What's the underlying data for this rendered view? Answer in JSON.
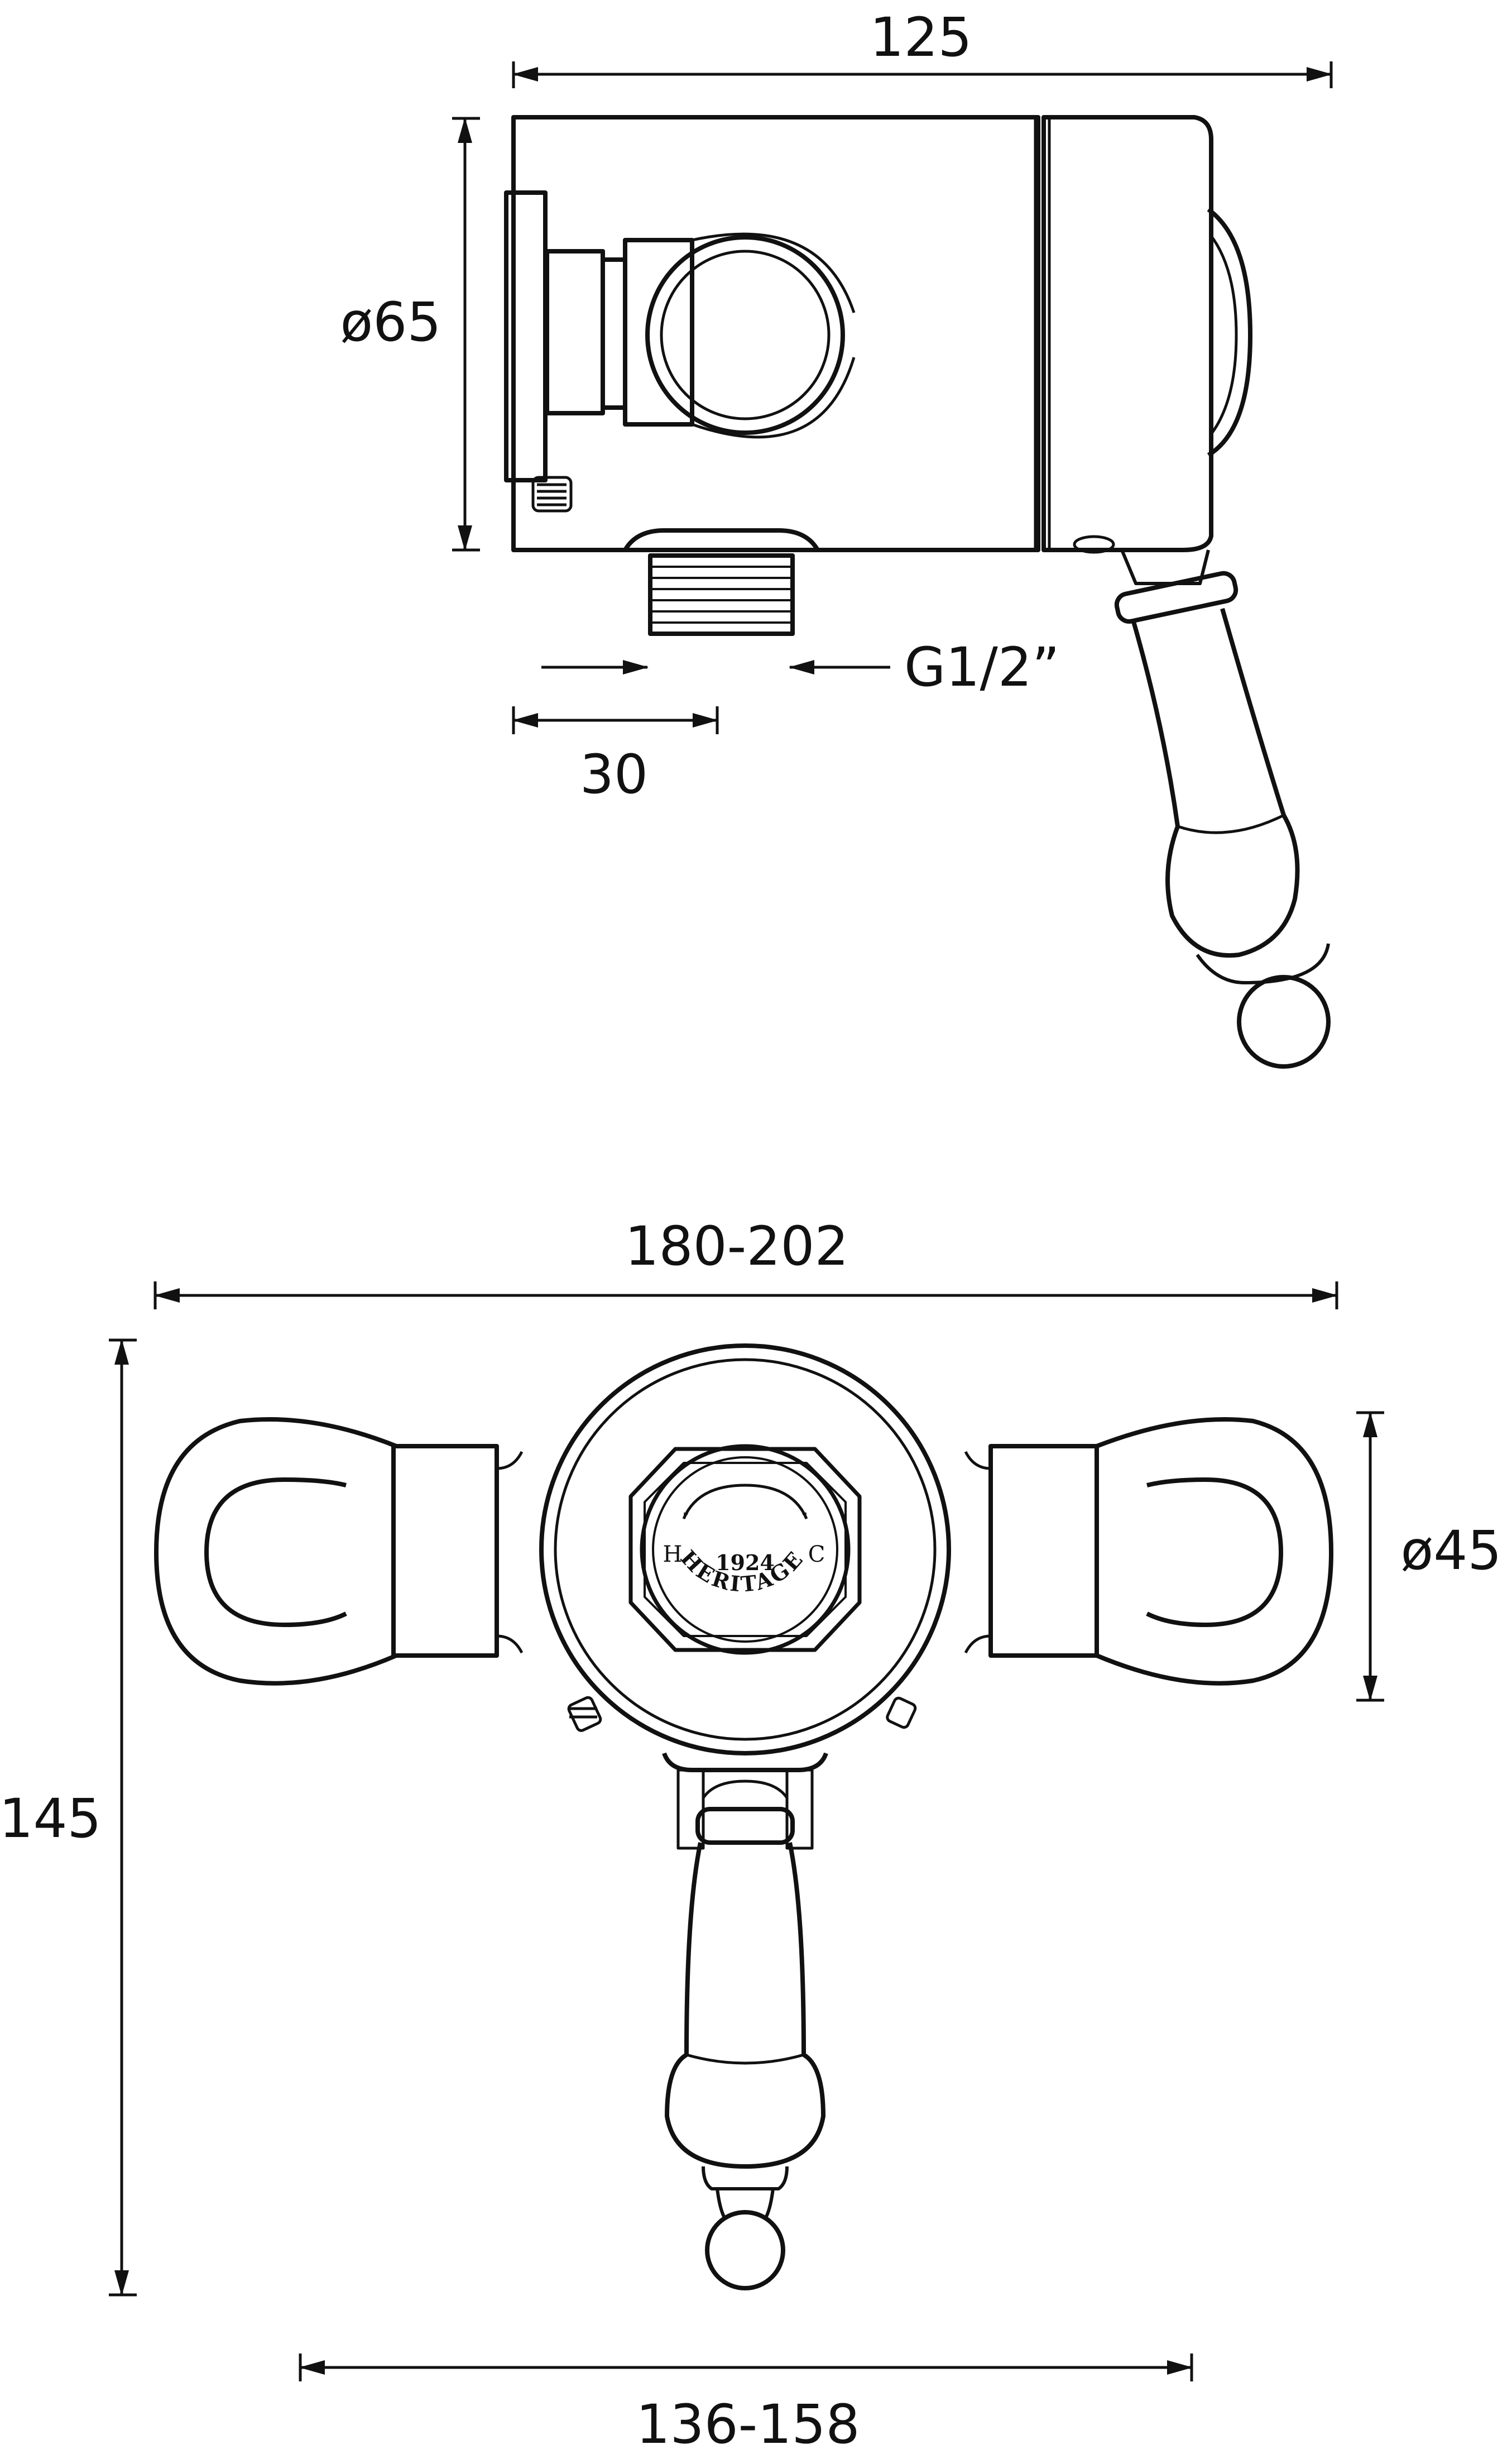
{
  "dimensions": {
    "side_width": "125",
    "side_height": "ø65",
    "outlet_thread": "G1/2”",
    "outlet_offset": "30",
    "front_width": "180-202",
    "front_height": "145",
    "handle_diameter": "ø45",
    "centres": "136-158"
  },
  "dial": {
    "hot_label": "H",
    "cold_label": "C",
    "year": "1924",
    "brand": "HERITAGE"
  },
  "colors": {
    "line": "#111111",
    "background": "#ffffff"
  }
}
